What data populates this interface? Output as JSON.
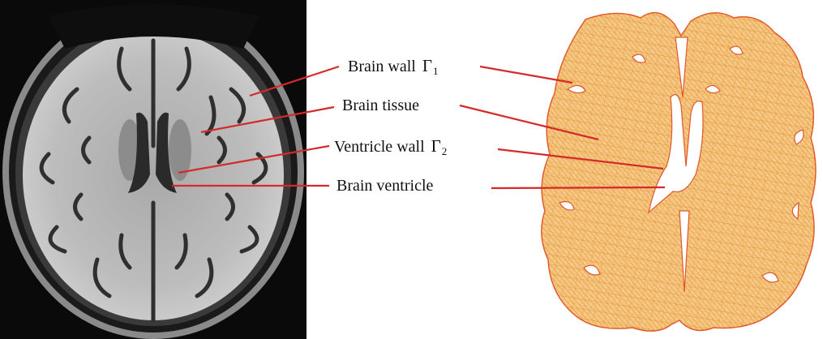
{
  "labels": {
    "brain_wall": {
      "text": "Brain wall",
      "symbol": "Γ",
      "subscript": "1"
    },
    "brain_tissue": {
      "text": "Brain tissue"
    },
    "ventricle_wall": {
      "text": "Ventricle wall",
      "symbol": "Γ",
      "subscript": "2"
    },
    "brain_ventricle": {
      "text": "Brain ventricle"
    }
  },
  "panels": {
    "left": "mri-axial-slice",
    "right": "triangular-finite-element-mesh"
  },
  "colors": {
    "leader_line": "#d42a2a",
    "mesh_fill": "#f6c98a",
    "mesh_line": "#e2962f",
    "mesh_outline": "#e0572a",
    "mri_background": "#0a0a0a",
    "mri_tissue": "#bdbdbd",
    "mri_ventricle": "#2a2a2a"
  }
}
